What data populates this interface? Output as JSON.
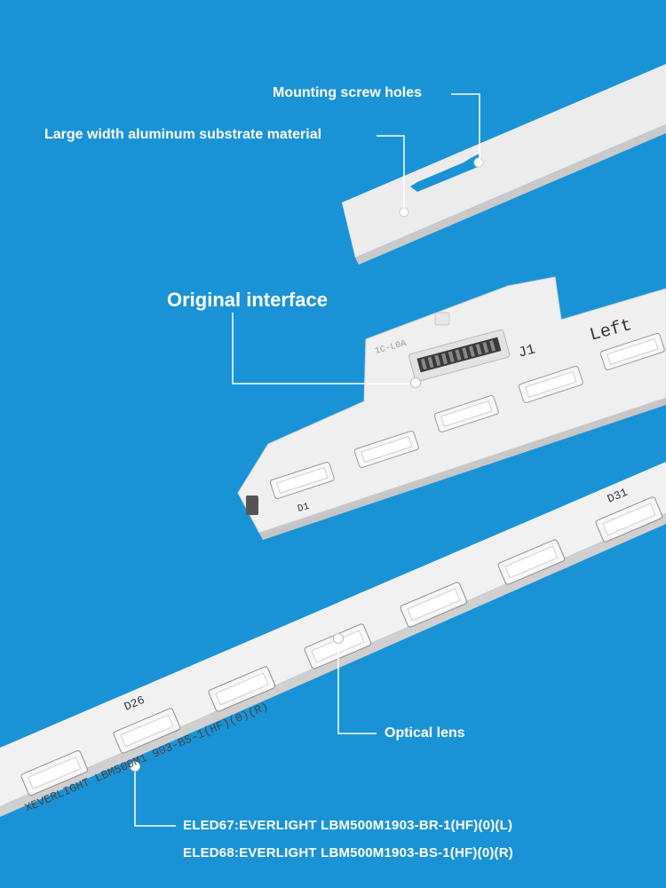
{
  "colors": {
    "background": "#1a93d6",
    "strip": "#eeeeee",
    "callout": "#ffffff"
  },
  "callouts": {
    "mounting_holes": "Mounting screw holes",
    "substrate": "Large width aluminum substrate material",
    "interface": "Original interface",
    "optical_lens": "Optical lens",
    "model_left": "ELED67:EVERLIGHT LBM500M1903-BR-1(HF)(0)(L)",
    "model_right": "ELED68:EVERLIGHT LBM500M1903-BS-1(HF)(0)(R)"
  },
  "board_prints": {
    "left": "Left",
    "j1": "J1",
    "d1": "D1",
    "d31": "D31",
    "d26": "D26",
    "code": "1C-L0A",
    "strip_text": "XEVERLIGHT LBM500M1 903-BS-1(HF)(0)(R)"
  }
}
